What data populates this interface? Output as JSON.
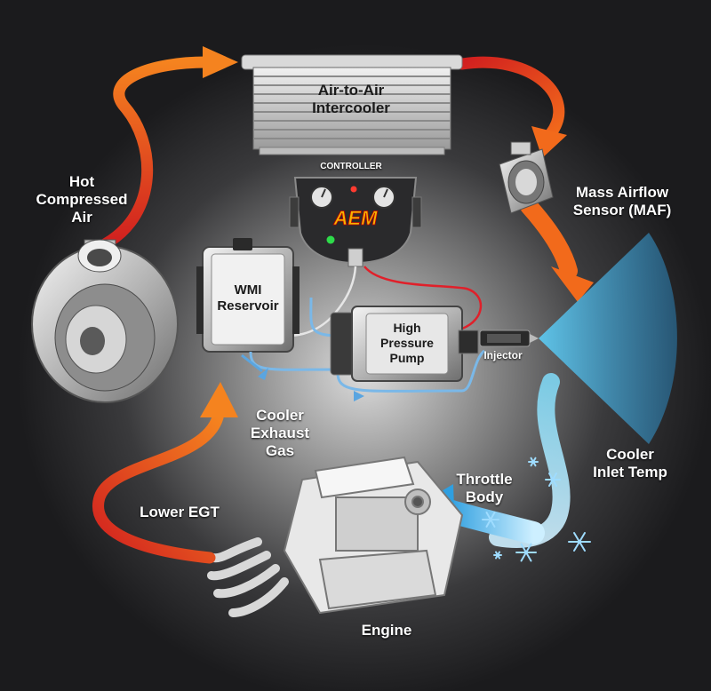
{
  "labels": {
    "intercooler": "Air-to-Air\nIntercooler",
    "controller": "CONTROLLER",
    "brand": "AEM",
    "hot_air": "Hot\nCompressed\nAir",
    "maf": "Mass Airflow\nSensor (MAF)",
    "wmi": "WMI\nReservoir",
    "pump": "High\nPressure\nPump",
    "injector": "Injector",
    "cooler_exhaust": "Cooler\nExhaust\nGas",
    "cooler_inlet": "Cooler\nInlet Temp",
    "throttle": "Throttle\nBody",
    "lower_egt": "Lower EGT",
    "engine": "Engine"
  },
  "colors": {
    "background": "#1b1b1d",
    "hot_arrow": "#f26a1b",
    "hot_arrow_dark": "#d11f1f",
    "cold_flow": "#5ec8ee",
    "water_line": "#7ab8e8",
    "wire": "#e0202a"
  },
  "icons": [
    "turbo-icon",
    "intercooler-icon",
    "controller-icon",
    "maf-icon",
    "reservoir-icon",
    "pump-icon",
    "injector-icon",
    "engine-icon",
    "snowflake-icon"
  ]
}
